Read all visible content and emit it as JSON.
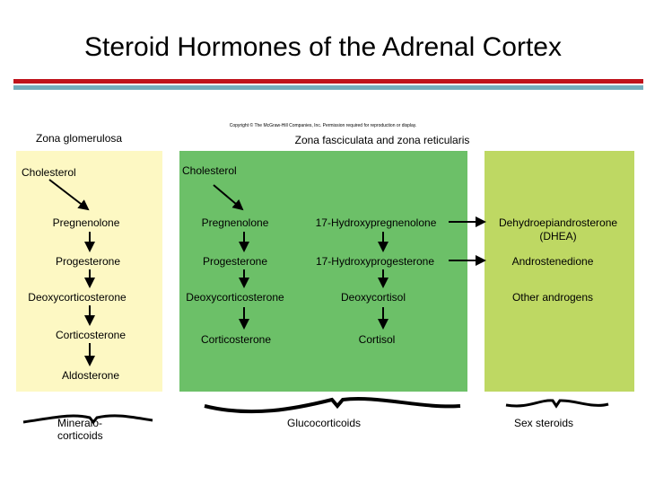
{
  "title": "Steroid Hormones of the Adrenal Cortex",
  "copyright": "Copyright © The McGraw-Hill Companies, Inc. Permission required for reproduction or display.",
  "colors": {
    "red_rule": "#c0141c",
    "blue_rule": "#74aebd",
    "glomerulosa": "#fdf8c3",
    "fasciculata": "#6cc068",
    "reticularis": "#bed863"
  },
  "zones": {
    "glomerulosa": "Zona glomerulosa",
    "fasciculata_reticularis": "Zona fasciculata and zona reticularis"
  },
  "glomerulosa": {
    "cholesterol": "Cholesterol",
    "pregnenolone": "Pregnenolone",
    "progesterone": "Progesterone",
    "doc": "Deoxycorticosterone",
    "corticosterone": "Corticosterone",
    "aldosterone": "Aldosterone"
  },
  "fasciculata": {
    "cholesterol": "Cholesterol",
    "pregnenolone": "Pregnenolone",
    "progesterone": "Progesterone",
    "doc": "Deoxycorticosterone",
    "corticosterone": "Corticosterone",
    "oh_preg": "17-Hydroxypregnenolone",
    "oh_prog": "17-Hydroxyprogesterone",
    "deoxycortisol": "Deoxycortisol",
    "cortisol": "Cortisol"
  },
  "reticularis": {
    "dhea": "Dehydroepiandrosterone",
    "dhea_abbr": "(DHEA)",
    "androstenedione": "Androstenedione",
    "other": "Other androgens"
  },
  "classes": {
    "mineralo_1": "Mineralo-",
    "mineralo_2": "corticoids",
    "gluco": "Glucocorticoids",
    "sex": "Sex steroids"
  }
}
